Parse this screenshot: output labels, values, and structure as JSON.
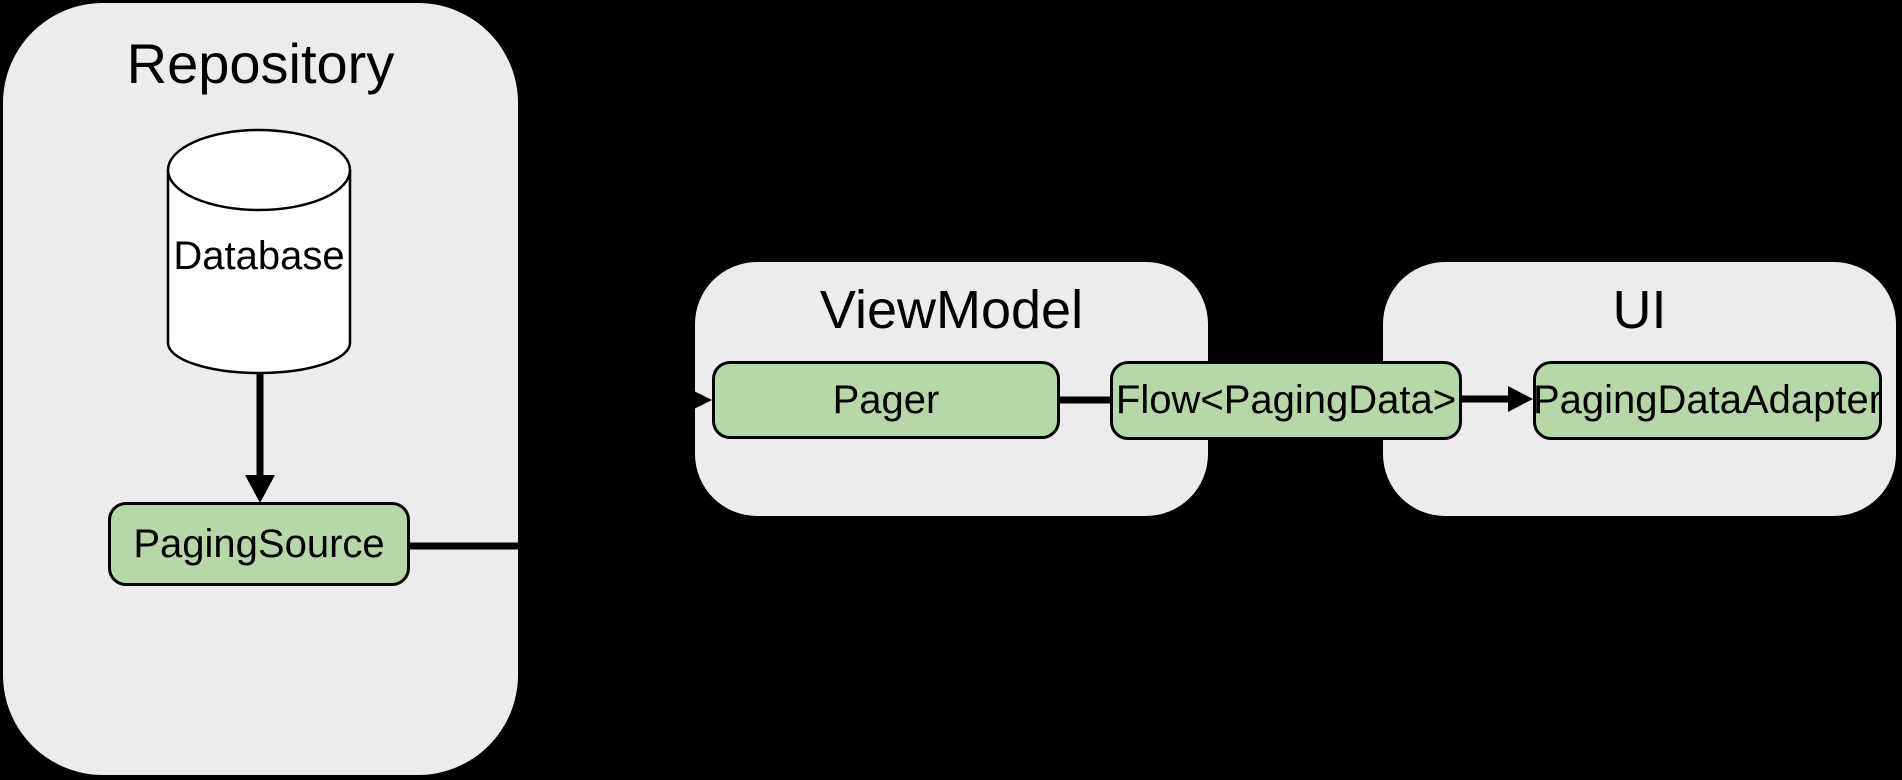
{
  "diagram": {
    "type": "architecture-diagram",
    "colors": {
      "bg": "#000000",
      "container_fill": "#ececec",
      "node_fill": "#b6d7a8",
      "stroke": "#000000",
      "text": "#000000"
    },
    "containers": {
      "repository": {
        "title": "Repository"
      },
      "viewmodel": {
        "title": "ViewModel"
      },
      "ui": {
        "title": "UI"
      }
    },
    "nodes": {
      "database": {
        "label": "Database",
        "shape": "cylinder"
      },
      "paging_source": {
        "label": "PagingSource",
        "shape": "rounded-rect"
      },
      "pager": {
        "label": "Pager",
        "shape": "rounded-rect"
      },
      "flow": {
        "label": "Flow<PagingData>",
        "shape": "rounded-rect"
      },
      "paging_data_adapter": {
        "label": "PagingDataAdapter",
        "shape": "rounded-rect"
      }
    },
    "edges": [
      {
        "from": "database",
        "to": "paging_source",
        "arrow": true
      },
      {
        "from": "paging_source",
        "to": "pager",
        "arrow": true
      },
      {
        "from": "pager",
        "to": "flow",
        "arrow": false
      },
      {
        "from": "flow",
        "to": "paging_data_adapter",
        "arrow": true
      }
    ]
  }
}
